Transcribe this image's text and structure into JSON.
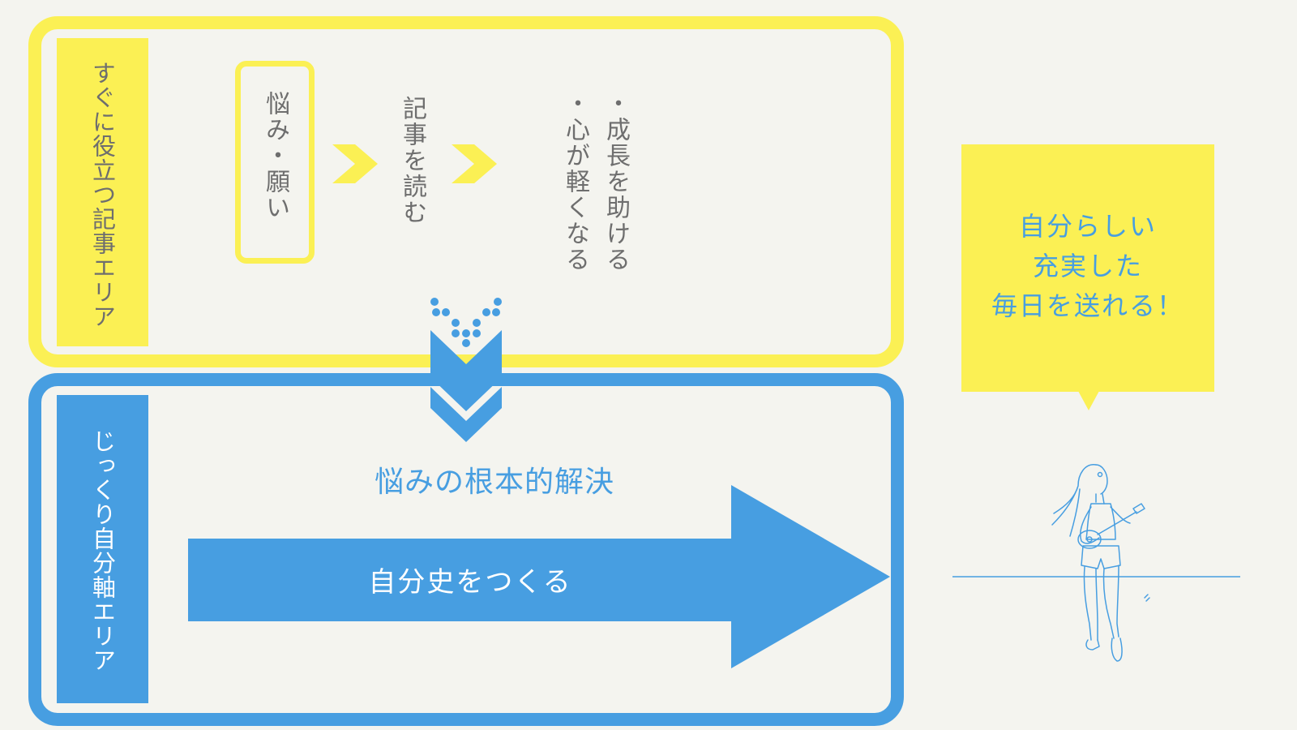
{
  "top_area": {
    "label": "すぐに役立つ記事エリア",
    "worry_box": "悩み・願い",
    "read_article": "記事を読む",
    "benefits": [
      "・成長を助ける",
      "・心が軽くなる"
    ]
  },
  "bottom_area": {
    "label": "じっくり自分軸エリア",
    "result": "悩みの根本的解決",
    "arrow_label": "自分史をつくる"
  },
  "speech_bubble": {
    "lines": [
      "自分らしい",
      "充実した",
      "毎日を送れる！"
    ]
  },
  "colors": {
    "yellow": "#fbf054",
    "blue": "#479ee1",
    "gray_text": "#6e6e6e",
    "background": "#f4f4ef"
  },
  "icons": [
    "chevron-right-icon",
    "down-chevron-icon",
    "woman-ukulele-illustration"
  ]
}
